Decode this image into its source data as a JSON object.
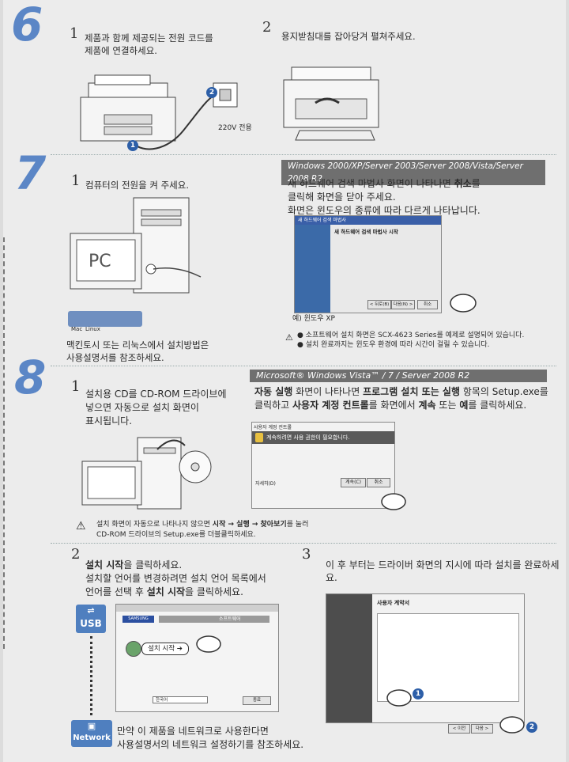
{
  "section6": {
    "number": "6",
    "step1": {
      "num": "1",
      "text1": "제품과 함께 제공되는 전원 코드를",
      "text2": "제품에 연결하세요.",
      "voltage": "220V 전용",
      "callout1": "1",
      "callout2": "2"
    },
    "step2": {
      "num": "2",
      "text": "용지받침대를 잡아당겨 펼쳐주세요."
    }
  },
  "section7": {
    "number": "7",
    "step1": {
      "num": "1",
      "text": "컴퓨터의 전원을 켜 주세요.",
      "pc_label": "PC",
      "mac_label": "Mac",
      "linux_label": "Linux",
      "mac_note1": "맥킨토시 또는 리눅스에서 설치방법은",
      "mac_note2": "사용설명서를 참조하세요."
    },
    "windows_header": "Windows 2000/XP/Server 2003/Server 2008/Vista/Server 2008 R2",
    "instr1_a": "새 하드웨어 검색 마법사 화면이 나타나면 ",
    "instr1_b": "취소",
    "instr1_c": "를",
    "instr2": "클릭해 화면을 닫아 주세요.",
    "instr3": "화면은 윈도우의 종류에 따라 다르게 나타납니다.",
    "wizard": {
      "title": "새 하드웨어 검색 마법사",
      "heading": "새 하드웨어 검색 마법사 시작",
      "back": "< 뒤로(B)",
      "next": "다음(N) >",
      "cancel": "취소"
    },
    "caption": "예) 윈도우 XP",
    "note1": "● 소프트웨어 설치 화면은 SCX-4623 Series를 예제로 설명되어 있습니다.",
    "note2": "● 설치 완료까지는 윈도우 환경에 따라 시간이 걸릴 수 있습니다."
  },
  "section8": {
    "number": "8",
    "vista_header": "Microsoft® Windows Vista™ / 7 / Server 2008 R2",
    "step1": {
      "num": "1",
      "text1": "설치용 CD를 CD-ROM 드라이브에",
      "text2": "넣으면 자동으로 설치 화면이",
      "text3": "표시됩니다."
    },
    "vista_instr1_a": "자동 실행",
    "vista_instr1_b": " 화면이 나타나면 ",
    "vista_instr1_c": "프로그램 설치 또는 실행",
    "vista_instr1_d": " 항목의 Setup.exe를",
    "vista_instr2_a": "클릭하고 ",
    "vista_instr2_b": "사용자 계정 컨트롤",
    "vista_instr2_c": "를 화면에서 ",
    "vista_instr2_d": "계속",
    "vista_instr2_e": " 또는 ",
    "vista_instr2_f": "예",
    "vista_instr2_g": "를 클릭하세요.",
    "uac": {
      "title": "사용자 계정 컨트롤",
      "heading": "계속하려면 사용 권한이 필요합니다.",
      "details": "자세히(D)",
      "continue": "계속(C)",
      "cancel": "취소"
    },
    "warn1_a": "설치 화면이 자동으로 나타나지 않으면 ",
    "warn1_b": "시작 → 실행 → 찾아보기",
    "warn1_c": "를 눌러",
    "warn2": "CD-ROM 드라이브의 Setup.exe를 더블클릭하세요.",
    "step2": {
      "num": "2",
      "line1_a": "설치 시작",
      "line1_b": "을 클릭하세요.",
      "line2": "설치할 언어를 변경하려면 설치 언어 목록에서",
      "line3_a": "언어를 선택 후 ",
      "line3_b": "설치 시작",
      "line3_c": "을 클릭하세요."
    },
    "step3": {
      "num": "3",
      "text": "이 후 부터는 드라이버 화면의 지시에 따라 설치를 완료하세요."
    },
    "usb_label": "USB",
    "network_label": "Network",
    "installer": {
      "brand": "SAMSUNG",
      "software": "소프트웨어",
      "start": "설치 시작",
      "language": "한국어",
      "ok": "종료"
    },
    "license": {
      "title": "사용자 계약서",
      "back": "< 이전",
      "next": "다음 >",
      "callout1": "1",
      "callout2": "2"
    },
    "network_note1": "만약 이 제품을 네트워크로 사용한다면",
    "network_note2": "사용설명서의 네트워크 설정하기를 참조하세요."
  },
  "colors": {
    "accent": "#5b86c6",
    "badge": "#4f7fbf",
    "header_bar": "#6f6f6f"
  }
}
